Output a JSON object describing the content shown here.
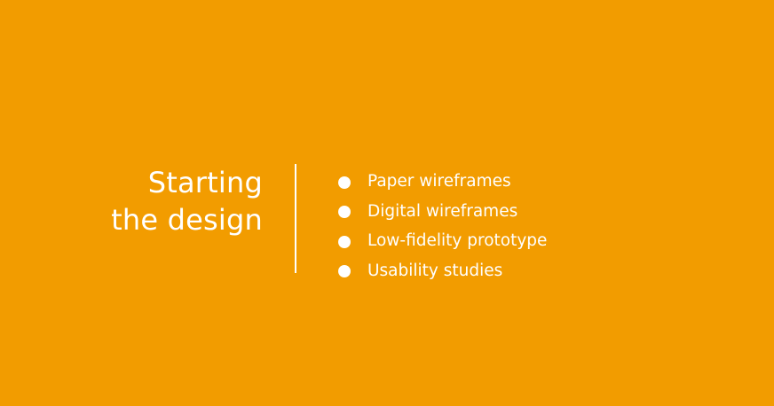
{
  "slide": {
    "title_line1": "Starting",
    "title_line2": "the design",
    "items": [
      {
        "label": "Paper wireframes"
      },
      {
        "label": "Digital wireframes"
      },
      {
        "label": "Low-fidelity prototype"
      },
      {
        "label": "Usability studies"
      }
    ]
  },
  "colors": {
    "background": "#F29C00",
    "text": "#FFFFFF"
  }
}
